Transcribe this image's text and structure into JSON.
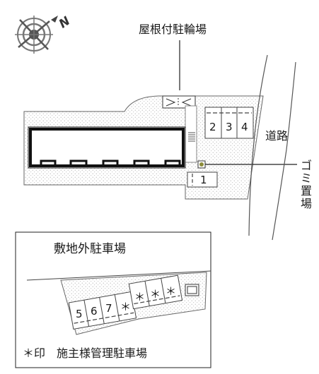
{
  "compass": {
    "label": "N",
    "icon": "compass-rose-icon"
  },
  "labels": {
    "covered_bicycle_parking": "屋根付駐輪場",
    "road": "道路",
    "garbage": [
      "ゴ",
      "ミ",
      "置",
      "場"
    ],
    "offsite_parking_title": "敷地外駐車場",
    "legend": "＊印　施主様管理駐車場"
  },
  "onsite_spaces": [
    "1",
    "2",
    "3",
    "4"
  ],
  "offsite_spaces": [
    "5",
    "6",
    "7",
    "＊",
    "＊",
    "＊",
    "＊"
  ]
}
